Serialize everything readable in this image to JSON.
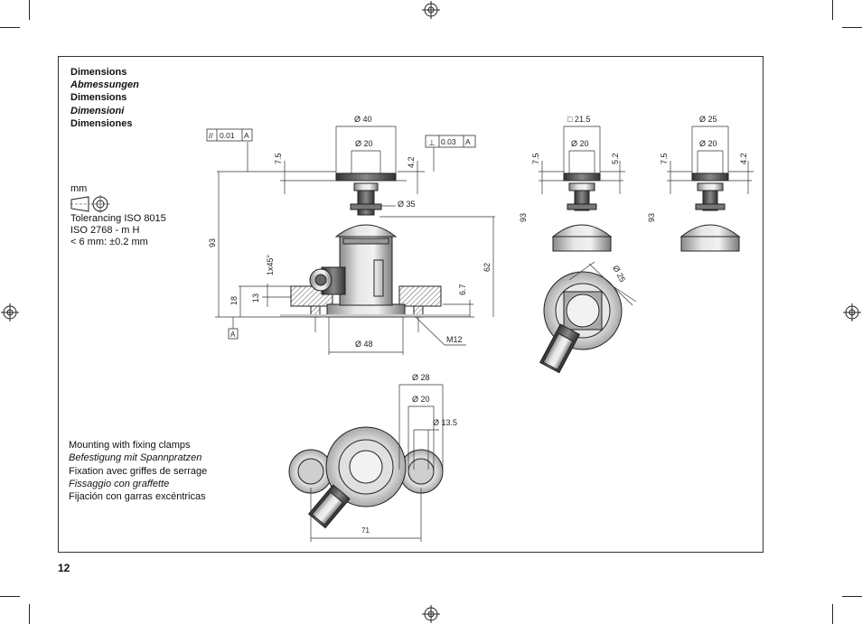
{
  "page": {
    "number": "12"
  },
  "heading": [
    "Dimensions",
    "Abmessungen",
    "Dimensions",
    "Dimensioni",
    "Dimensiones"
  ],
  "units": {
    "unit": "mm",
    "tolerancing": "Tolerancing ISO 8015",
    "iso": "ISO 2768 - m H",
    "small": "< 6 mm: ±0.2 mm"
  },
  "mounting": [
    "Mounting with fixing clamps",
    "Befestigung mit Spannpratzen",
    "Fixation avec griffes de serrage",
    "Fissaggio con graffette",
    "Fijación con garras excéntricas"
  ],
  "tolerances": {
    "parallelism": {
      "symbol": "//",
      "value": "0.01",
      "datum": "A"
    },
    "perpendicularity": {
      "symbol": "⊥",
      "value": "0.03",
      "datum": "A"
    },
    "datum_label": "A"
  },
  "dimensions": {
    "d40": "Ø 40",
    "d20_top": "Ø 20",
    "d35": "Ø 35",
    "d48": "Ø 48",
    "h7_5": "7.5",
    "h4_2": "4.2",
    "h93": "93",
    "h62": "62",
    "h6_7": "6.7",
    "h18": "18",
    "h13": "13",
    "chamfer": "1x45°",
    "m12": "M12",
    "sq21_5": "□ 21.5",
    "d20_view2": "Ø 20",
    "h7_5_view2": "7.5",
    "h5_2": "5.2",
    "h93_view2": "93",
    "d25_top": "Ø 25",
    "d20_view3": "Ø 20",
    "h7_5_view3": "7.5",
    "h4_2_view3": "4.2",
    "h93_view3": "93",
    "d25_circle": "Ø 25",
    "d28": "Ø 28",
    "d20_clamp": "Ø 20",
    "d13_5": "Ø 13.5",
    "w71": "71"
  }
}
